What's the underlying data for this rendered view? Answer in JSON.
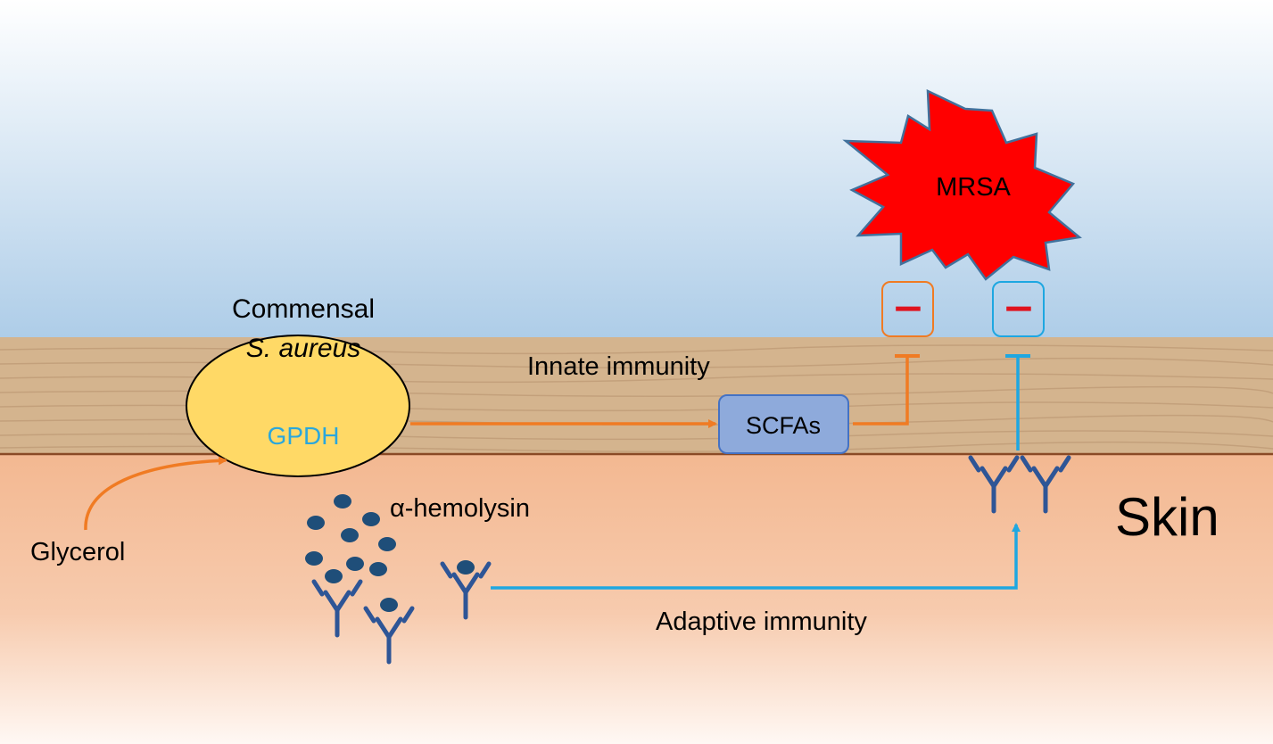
{
  "labels": {
    "commensal": "Commensal",
    "s_aureus": "S. aureus",
    "gpdh": "GPDH",
    "innate_immunity": "Innate immunity",
    "scfas": "SCFAs",
    "mrsa": "MRSA",
    "minus_innate": "−",
    "minus_adaptive": "−",
    "alpha_hemolysin": "α-hemolysin",
    "glycerol": "Glycerol",
    "adaptive_immunity": "Adaptive immunity",
    "skin": "Skin"
  },
  "colors": {
    "sky_top": "#ffffff",
    "sky_bottom": "#aecde8",
    "epidermis": "#d4b48e",
    "dermis_top": "#f3b891",
    "dermis_bottom": "#fff8f4",
    "ellipse_fill": "#ffd966",
    "gpdh_text": "#2aa7dc",
    "innate_path": "#f07b23",
    "adaptive_path": "#1ea7e1",
    "scfas_fill": "#8eaadb",
    "scfas_border": "#4472c4",
    "mrsa_fill": "#ff0000",
    "mrsa_border": "#41719c",
    "minus_sign": "#e0131d",
    "antibody": "#2e5596",
    "hemolysin_dot": "#1f4e79"
  }
}
